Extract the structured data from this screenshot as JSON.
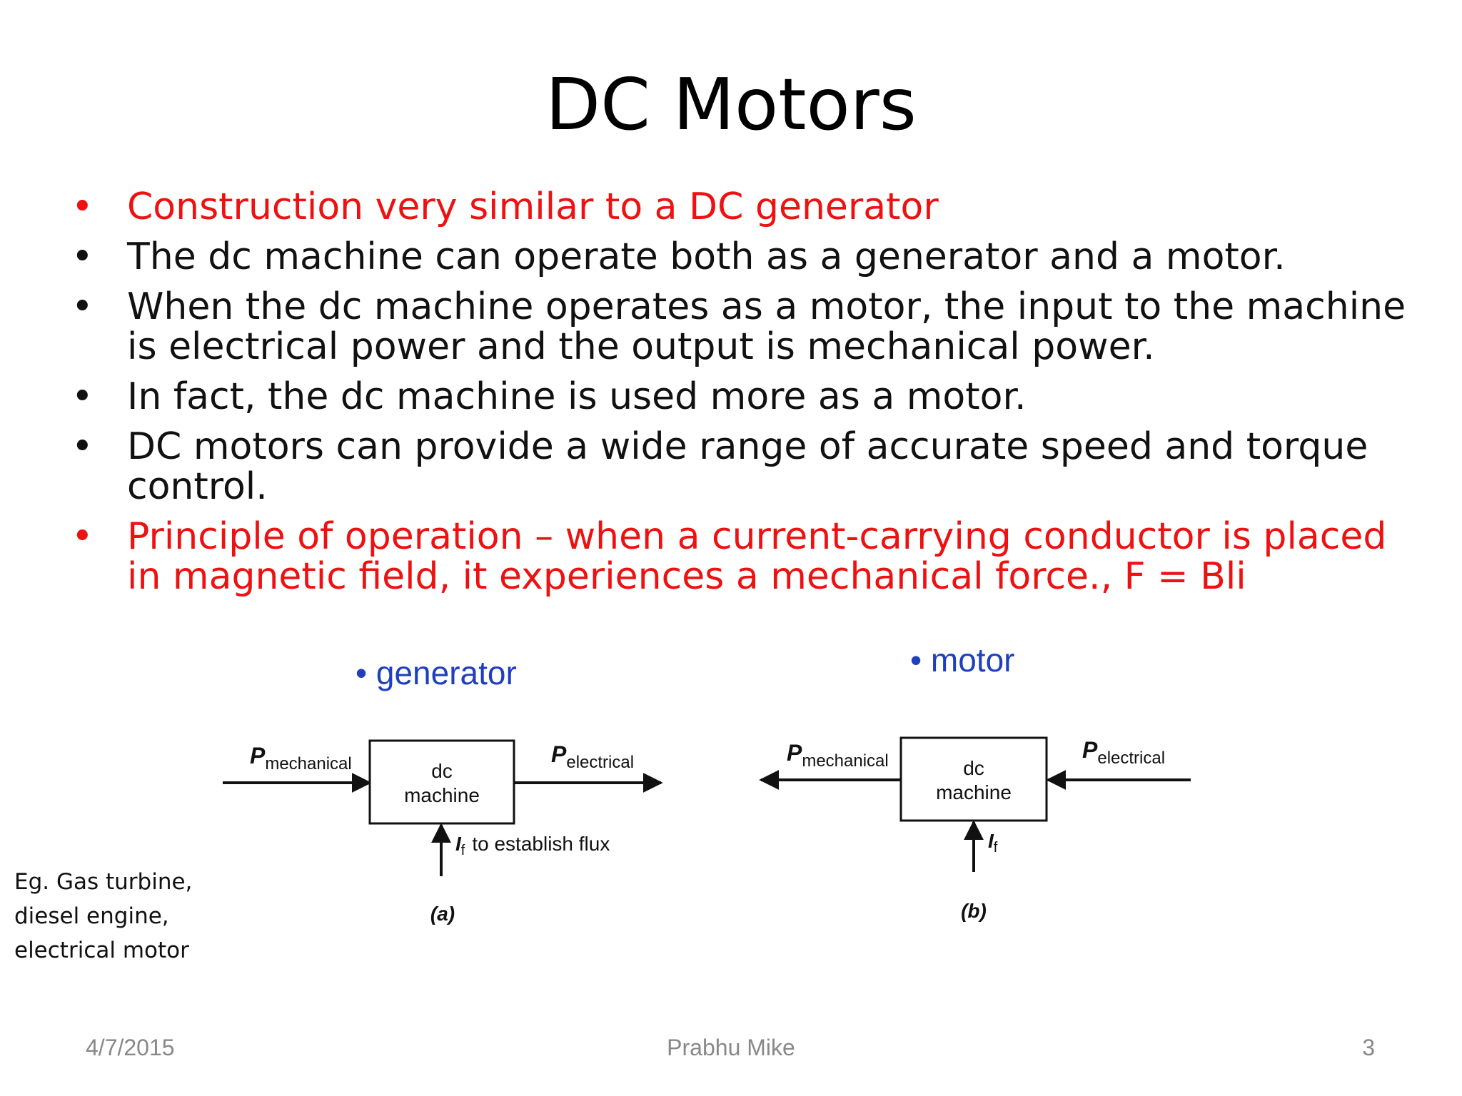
{
  "slide": {
    "title": "DC Motors",
    "bullets": [
      {
        "text": "Construction very similar to a DC generator",
        "color": "#ee1111"
      },
      {
        "text": "The dc machine can operate both as a generator and a motor.",
        "color": "#111111"
      },
      {
        "text": "When the dc machine operates as a motor, the input to the machine is electrical power and the output is mechanical power.",
        "color": "#111111"
      },
      {
        "text": " In fact, the dc machine is used more as a motor.",
        "color": "#111111"
      },
      {
        "text": "DC motors can provide a wide range of accurate speed and torque control.",
        "color": "#111111"
      },
      {
        "text": "Principle of operation – when a current-carrying conductor is placed in magnetic field, it experiences a mechanical force., F = Bli",
        "color": "#ee1111"
      }
    ],
    "bullet_char": "•"
  },
  "diagram": {
    "generator_label": "• generator",
    "motor_label": "• motor",
    "a": {
      "p_in": "P",
      "p_in_sub": "mechanical",
      "p_out": "P",
      "p_out_sub": "electrical",
      "box_line1": "dc",
      "box_line2": "machine",
      "field": "I",
      "field_sub": "f",
      "field_text": "to establish flux",
      "caption": "(a)"
    },
    "b": {
      "p_out": "P",
      "p_out_sub": "mechanical",
      "p_in": "P",
      "p_in_sub": "electrical",
      "box_line1": "dc",
      "box_line2": "machine",
      "field": "I",
      "field_sub": "f",
      "caption": "(b)"
    }
  },
  "side_note": [
    "Eg. Gas turbine,",
    "diesel engine,",
    "electrical motor"
  ],
  "footer": {
    "date": "4/7/2015",
    "author": "Prabhu Mike",
    "page": "3"
  }
}
